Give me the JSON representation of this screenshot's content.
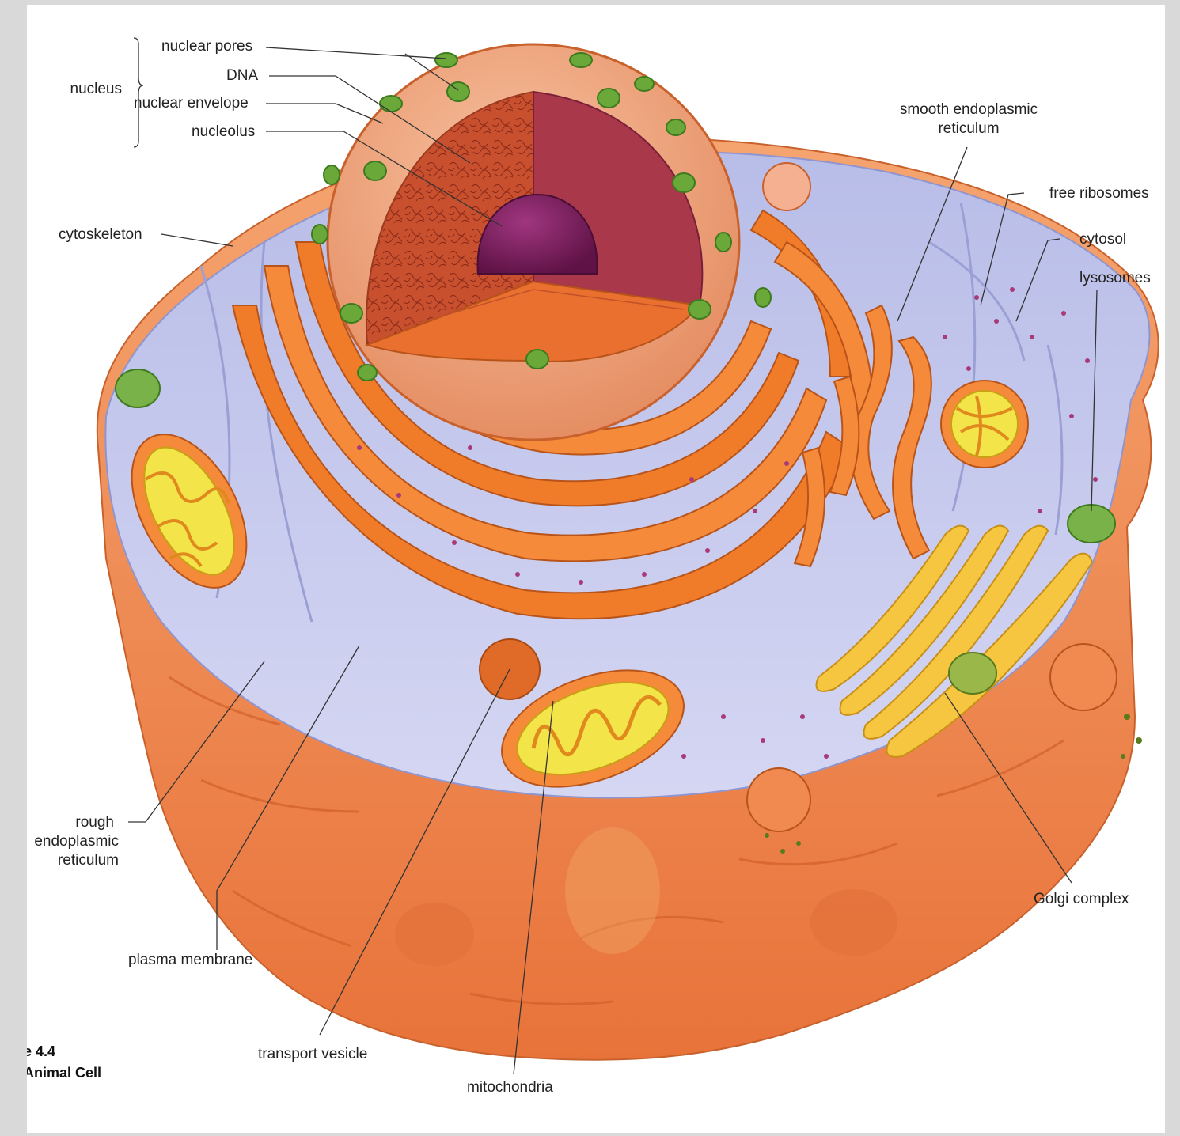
{
  "diagram": {
    "colors": {
      "membrane": "#f2945a",
      "membrane_dark": "#e37a3d",
      "cytoplasm": "#c9cdee",
      "er": "#f07c2a",
      "nucleus_outer": "#f2a882",
      "nucleoplasm": "#c64a2a",
      "nucleolus": "#7a1f5c",
      "pore": "#6aa83a",
      "golgi": "#f6c640",
      "mito_inner": "#f3e44a",
      "lysosome": "#7ab24a"
    },
    "labels": {
      "nucleus": "nucleus",
      "nuclear_pores": "nuclear pores",
      "dna": "DNA",
      "nuclear_envelope": "nuclear envelope",
      "nucleolus": "nucleolus",
      "cytoskeleton": "cytoskeleton",
      "smooth_er_line1": "smooth endoplasmic",
      "smooth_er_line2": "reticulum",
      "free_ribosomes": "free ribosomes",
      "cytosol": "cytosol",
      "lysosomes": "lysosomes",
      "rough_er_line1": "rough",
      "rough_er_line2": "endoplasmic",
      "rough_er_line3": "reticulum",
      "plasma_membrane": "plasma membrane",
      "transport_vesicle": "transport vesicle",
      "mitochondria": "mitochondria",
      "golgi_complex": "Golgi complex"
    },
    "caption": {
      "figure_number": "e 4.4",
      "title": "Animal Cell"
    }
  }
}
